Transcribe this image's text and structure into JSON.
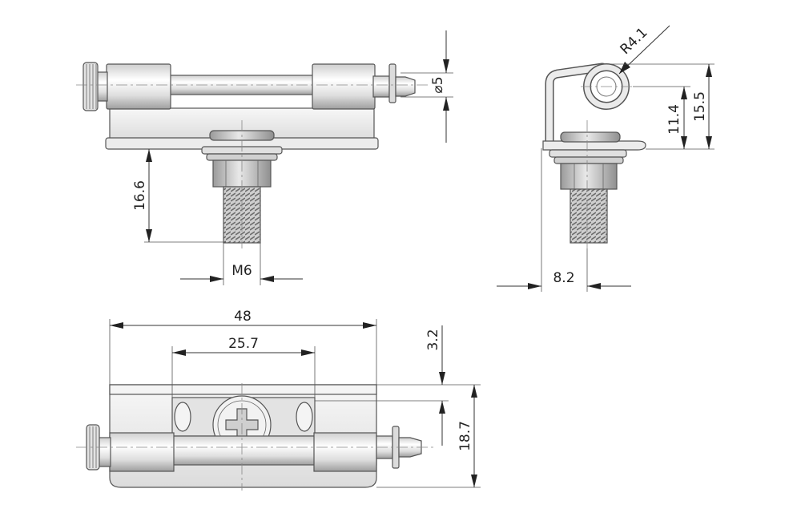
{
  "palette": {
    "outline": "#555555",
    "metal_light": "#f2f2f2",
    "metal_mid": "#d9d9d9",
    "metal_dark": "#a8a8a8",
    "dimension": "#222222"
  },
  "front_view": {
    "dim_diameter": "⌀5",
    "dim_height": "16.6",
    "dim_thread": "M6"
  },
  "side_view": {
    "dim_radius": "R4.1",
    "dim_11_4": "11.4",
    "dim_15_5": "15.5",
    "dim_8_2": "8.2"
  },
  "top_view": {
    "dim_48": "48",
    "dim_25_7": "25.7",
    "dim_3_2": "3.2",
    "dim_18_7": "18.7"
  }
}
